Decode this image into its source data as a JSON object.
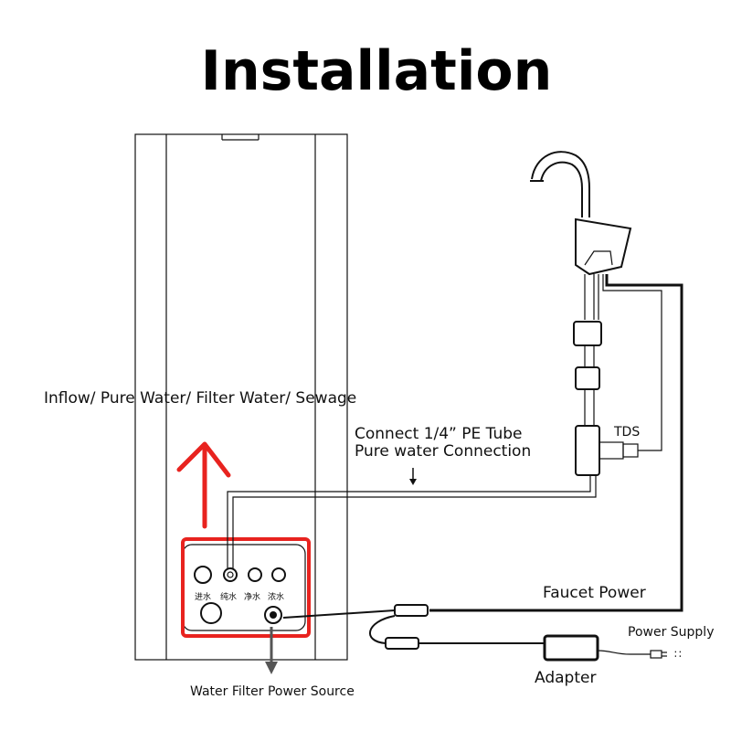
{
  "title": "Installation",
  "labels": {
    "ports_caption": "Inflow/ Pure Water/ Filter Water/ Sewage",
    "tube_line1": "Connect 1/4”  PE Tube",
    "tube_line2": "Pure water Connection",
    "tds": "TDS",
    "faucet_power": "Faucet Power",
    "power_supply": "Power Supply",
    "adapter": "Adapter",
    "filter_power_source": "Water Filter Power Source"
  },
  "port_labels": [
    "进水",
    "纯水",
    "净水",
    "浓水"
  ],
  "colors": {
    "highlight": "#e8231f",
    "line": "#111111",
    "background": "#ffffff"
  },
  "icons": {
    "arrow_up": "red-up-arrow-icon",
    "arrow_down": "gray-down-arrow-icon",
    "faucet": "faucet-icon",
    "plug": "plug-icon"
  }
}
